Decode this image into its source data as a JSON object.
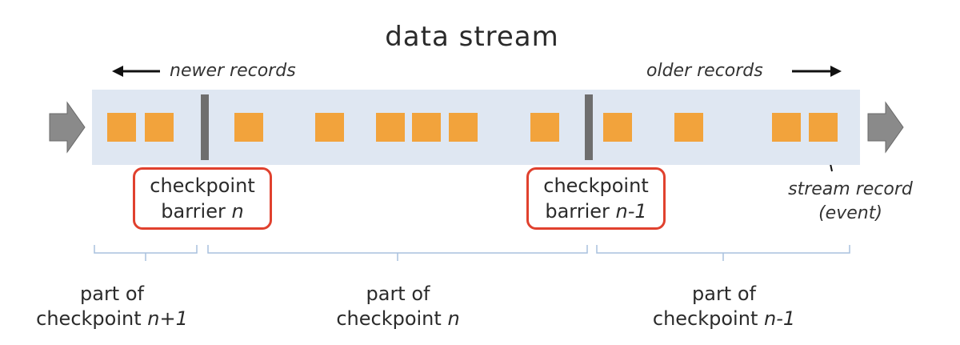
{
  "title": "data stream",
  "labels": {
    "newer": "newer records",
    "older": "older records",
    "stream_record": "stream record",
    "stream_record_sub": "(event)"
  },
  "barriers": [
    {
      "line1": "checkpoint",
      "line2_prefix": "barrier ",
      "line2_var": "n"
    },
    {
      "line1": "checkpoint",
      "line2_prefix": "barrier ",
      "line2_var": "n-1"
    }
  ],
  "parts": [
    {
      "line1": "part of",
      "line2_prefix": "checkpoint ",
      "line2_var": "n+1"
    },
    {
      "line1": "part of",
      "line2_prefix": "checkpoint ",
      "line2_var": "n"
    },
    {
      "line1": "part of",
      "line2_prefix": "checkpoint ",
      "line2_var": "n-1"
    }
  ],
  "colors": {
    "record": "#f2a33c",
    "band": "#dfe7f2",
    "barrier": "#6e6e6e",
    "highlight": "#e0412e",
    "flow_arrow": "#8a8a8a",
    "bracket": "#a8c0de"
  },
  "icons": {
    "flow_in": "right-arrow-icon",
    "flow_out": "right-arrow-icon"
  }
}
